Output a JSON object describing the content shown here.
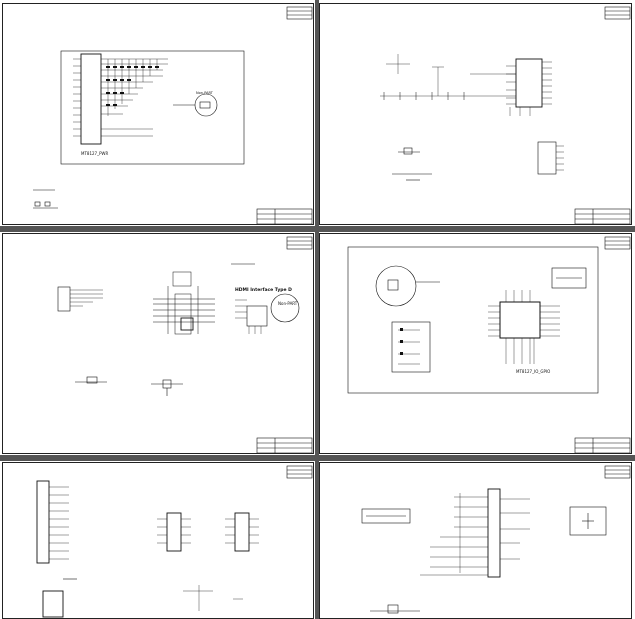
{
  "sheets": [
    {
      "id": "sheet-1",
      "label": "MT8127_PWR"
    },
    {
      "id": "sheet-2",
      "label": ""
    },
    {
      "id": "sheet-3",
      "label": "HDMI Interface Type D",
      "label2": "Non-PART"
    },
    {
      "id": "sheet-4",
      "label": "MT8127_IO_GPIO"
    },
    {
      "id": "sheet-5",
      "label": ""
    },
    {
      "id": "sheet-6",
      "label": ""
    }
  ],
  "annotations": {
    "s1_note": "Non-PART",
    "s3_connector": "HDMI Interface Type D",
    "s3_note": "Non-PART"
  },
  "colors": {
    "line": "#111111",
    "background": "#ffffff",
    "divider": "#555555"
  }
}
